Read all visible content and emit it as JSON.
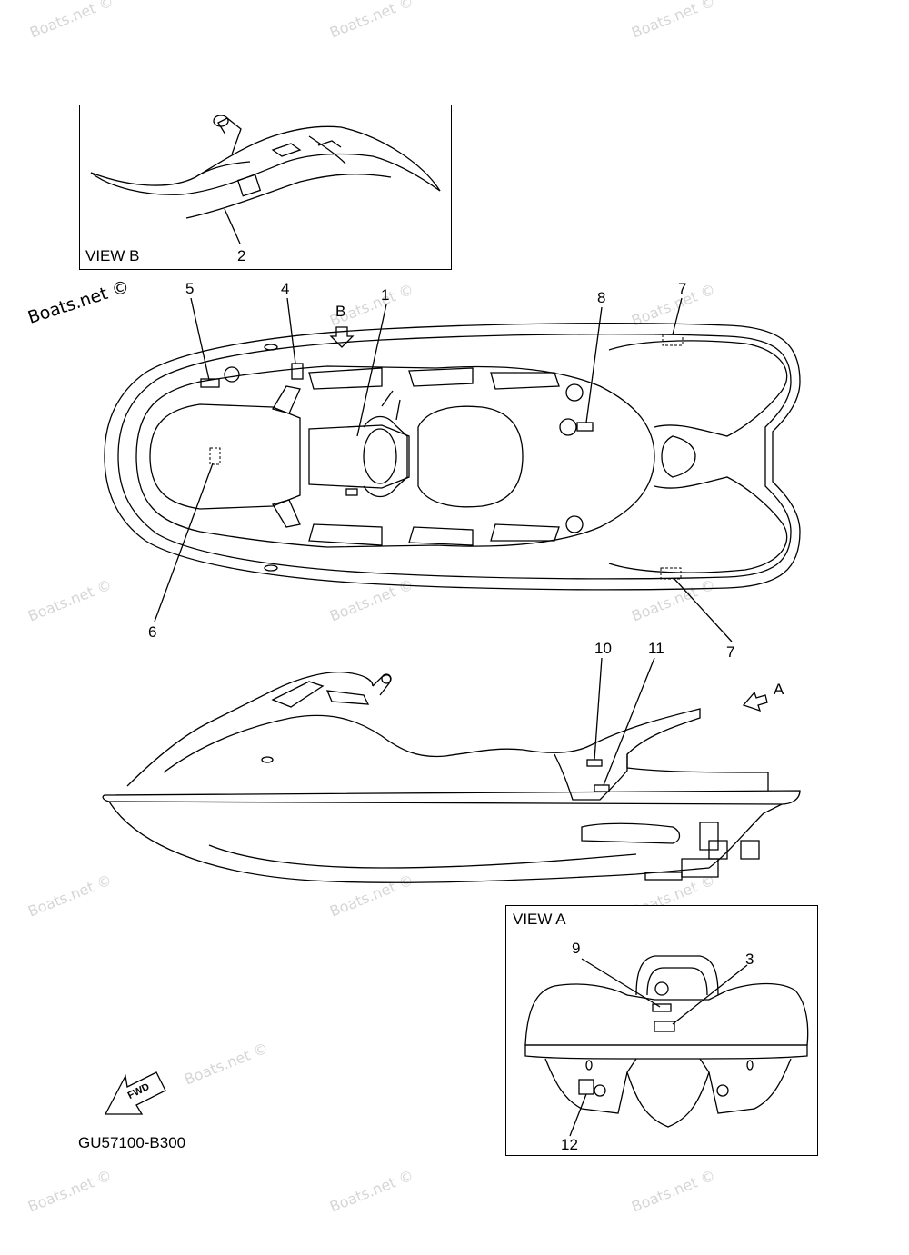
{
  "watermarks": [
    "Boats.net ©",
    "Boats.net ©",
    "Boats.net ©",
    "Boats.net ©",
    "Boats.net ©",
    "Boats.net ©",
    "Boats.net ©",
    "Boats.net ©",
    "Boats.net ©",
    "Boats.net ©",
    "Boats.net ©",
    "Boats.net ©",
    "Boats.net ©",
    "Boats.net ©",
    "Boats.net ©"
  ],
  "main_watermark": "Boats.net ©",
  "view_b": {
    "title": "VIEW B",
    "callouts": [
      "2"
    ]
  },
  "view_a": {
    "title": "VIEW A",
    "callouts": [
      "9",
      "3",
      "12"
    ]
  },
  "top_view": {
    "view_arrow_label": "B",
    "callouts": [
      "5",
      "4",
      "1",
      "8",
      "7",
      "6",
      "7"
    ]
  },
  "side_view": {
    "view_arrow_label": "A",
    "callouts": [
      "10",
      "11"
    ]
  },
  "fwd_label": "FWD",
  "part_number": "GU57100-B300"
}
